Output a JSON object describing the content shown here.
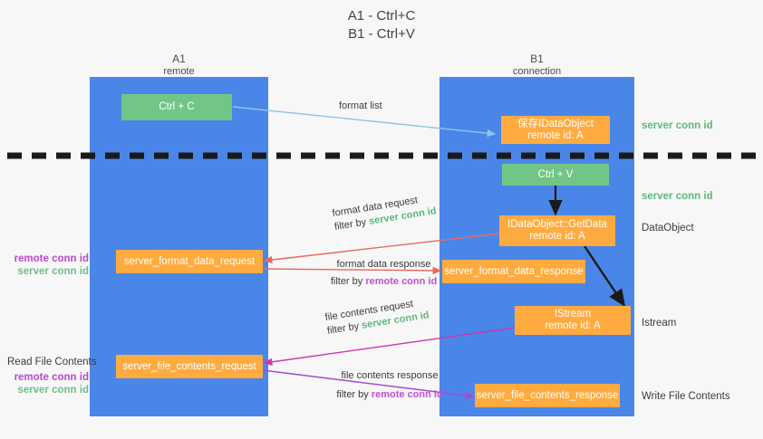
{
  "title": {
    "line1": "A1 - Ctrl+C",
    "line2": "B1 - Ctrl+V"
  },
  "lanes": [
    {
      "id": "a1",
      "name": "A1",
      "sub": "remote"
    },
    {
      "id": "b1",
      "name": "B1",
      "sub": "connection"
    }
  ],
  "nodes": {
    "ctrl_c": {
      "label": "Ctrl + C"
    },
    "save_idataobject": {
      "line1": "保存IDataObject",
      "line2": "remote id: A"
    },
    "ctrl_v": {
      "label": "Ctrl + V"
    },
    "getdata": {
      "line1": "IDataObject::GetData",
      "line2": "remote id: A"
    },
    "istream": {
      "line1": "IStream",
      "line2": "remote id: A"
    },
    "server_format_data_request": {
      "label": "server_format_data_request"
    },
    "server_format_data_response": {
      "label": "server_format_data_response"
    },
    "server_file_contents_request": {
      "label": "server_file_contents_request"
    },
    "server_file_contents_response": {
      "label": "server_file_contents_response"
    }
  },
  "edges": {
    "format_list": {
      "label": "format list"
    },
    "format_data_request": {
      "line1": "format data request",
      "filter_prefix": "filter by ",
      "filter_key": "server conn id"
    },
    "format_data_response": {
      "line1": "format data response",
      "filter_prefix": "filter by ",
      "filter_key": "remote conn id"
    },
    "file_contents_request": {
      "line1": "file contents request",
      "filter_prefix": "filter by ",
      "filter_key": "server conn id"
    },
    "file_contents_response": {
      "line1": "file contents response",
      "filter_prefix": "filter by ",
      "filter_key": "remote conn id"
    }
  },
  "annotations": {
    "right_server_conn_1": "server conn id",
    "right_server_conn_2": "server conn id",
    "right_dataobject": "DataObject",
    "right_istream": "Istream",
    "right_write_file_contents": "Write File Contents",
    "left_read_file_contents": "Read File Contents",
    "remote_conn_id": "remote conn id",
    "server_conn_id": "server conn id"
  },
  "colors": {
    "lane": "#4a86e8",
    "green_node": "#71c687",
    "orange_node": "#ffab40",
    "remote_conn": "#b84ad1",
    "server_conn": "#6fbf85",
    "divider": "#1a1a1a",
    "arrow_blue": "#8ec4e8",
    "arrow_red": "#e8695c",
    "arrow_magenta": "#cf34b4",
    "arrow_purple": "#a64ad1",
    "arrow_black": "#1a1a1a",
    "background": "#f7f7f7"
  }
}
